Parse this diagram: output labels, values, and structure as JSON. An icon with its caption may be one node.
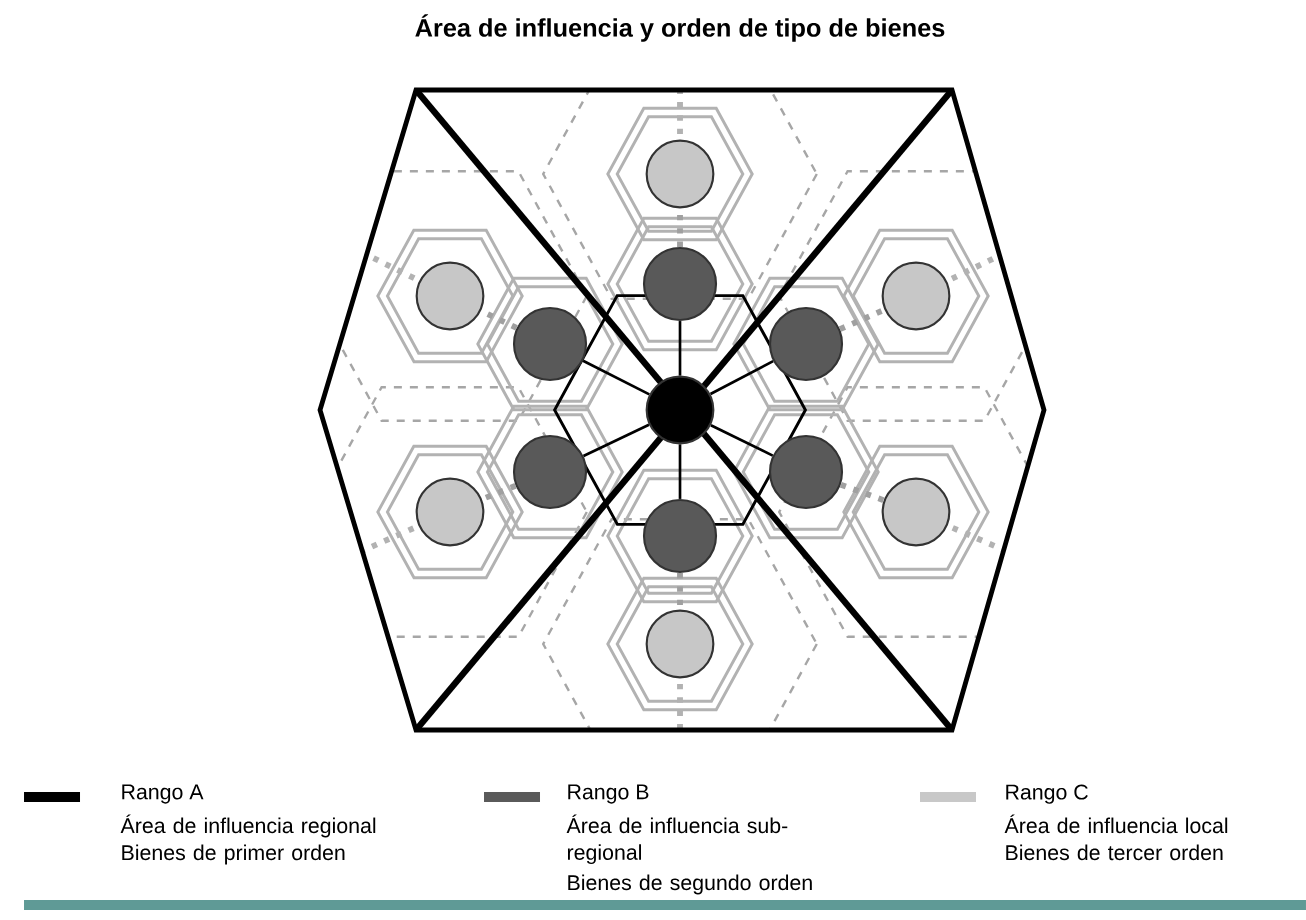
{
  "diagram": {
    "title": "Área de influencia y orden de tipo de bienes",
    "nodes": [
      {
        "text": [],
        "shape": "circle"
      },
      {
        "text": [],
        "shape": "circle"
      },
      {
        "text": [],
        "shape": "circle"
      },
      {
        "text": [],
        "shape": "circle"
      },
      {
        "text": [],
        "shape": "circle"
      },
      {
        "text": [],
        "shape": "circle"
      },
      {
        "text": [],
        "shape": "circle"
      },
      {
        "text": [],
        "shape": "circle"
      },
      {
        "text": [],
        "shape": "circle"
      },
      {
        "text": [],
        "shape": "circle"
      },
      {
        "text": [],
        "shape": "circle"
      },
      {
        "text": [],
        "shape": "circle"
      },
      {
        "text": [],
        "shape": "circle"
      }
    ],
    "edges": [
      {
        "from": 0,
        "to": 1,
        "arrow": "none"
      },
      {
        "from": 0,
        "to": 2,
        "arrow": "none"
      },
      {
        "from": 0,
        "to": 3,
        "arrow": "none"
      },
      {
        "from": 0,
        "to": 4,
        "arrow": "none"
      },
      {
        "from": 0,
        "to": 5,
        "arrow": "none"
      },
      {
        "from": 0,
        "to": 6,
        "arrow": "none"
      },
      {
        "from": 1,
        "to": 7,
        "arrow": "none",
        "style": "dashed",
        "color": "#a0a0a0"
      },
      {
        "from": 2,
        "to": 8,
        "arrow": "none",
        "style": "dashed",
        "color": "#a0a0a0"
      },
      {
        "from": 3,
        "to": 9,
        "arrow": "none",
        "style": "dashed",
        "color": "#a0a0a0"
      },
      {
        "from": 4,
        "to": 10,
        "arrow": "none",
        "style": "dashed",
        "color": "#a0a0a0"
      },
      {
        "from": 5,
        "to": 11,
        "arrow": "none",
        "style": "dashed",
        "color": "#a0a0a0"
      },
      {
        "from": 6,
        "to": 12,
        "arrow": "none",
        "style": "dashed",
        "color": "#a0a0a0"
      }
    ],
    "labels": [
      "Área de influencia regional",
      "Bienes de primer orden",
      "Área de influencia sub-regional",
      "Bienes de segundo orden",
      "Área de influencia local",
      "Bienes de tercer orden"
    ],
    "legend": [
      {
        "text": "Rango A",
        "color": "#000000"
      },
      {
        "text": "Rango B",
        "color": "#5a5a5a"
      },
      {
        "text": "Rango C",
        "color": "#c8c8c8"
      }
    ]
  }
}
